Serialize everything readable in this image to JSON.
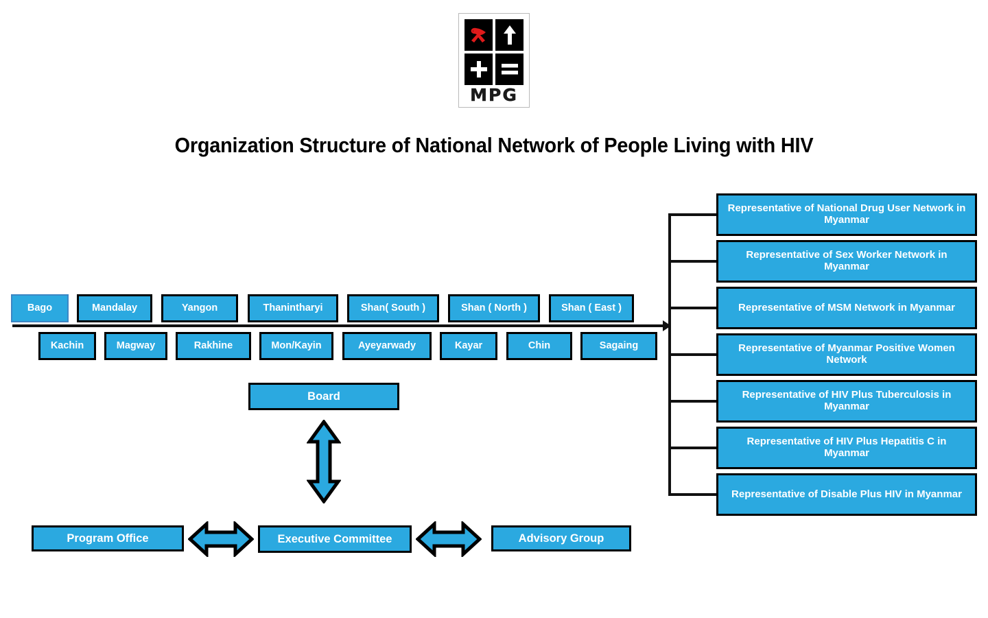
{
  "logo": {
    "name": "mpg-logo",
    "cells": [
      {
        "icon": "aids-ribbon-icon",
        "glyph": "ribbon"
      },
      {
        "icon": "up-arrow-icon",
        "glyph": "↑"
      },
      {
        "icon": "plus-icon",
        "glyph": "+"
      },
      {
        "icon": "equals-icon",
        "glyph": "="
      }
    ],
    "text": "MPG"
  },
  "title": "Organization Structure of National Network of People Living with HIV",
  "colors": {
    "box_fill": "#2BA9E0",
    "box_border": "#000000",
    "text_on_box": "#FFFFFF",
    "line": "#111111",
    "ribbon_red": "#E01B1B",
    "page_background": "#FFFFFF"
  },
  "regions": {
    "row1": [
      {
        "label": "Bago"
      },
      {
        "label": "Mandalay"
      },
      {
        "label": "Yangon"
      },
      {
        "label": "Thanintharyi"
      },
      {
        "label": "Shan( South )"
      },
      {
        "label": "Shan ( North )"
      },
      {
        "label": "Shan ( East )"
      }
    ],
    "row2": [
      {
        "label": "Kachin"
      },
      {
        "label": "Magway"
      },
      {
        "label": "Rakhine"
      },
      {
        "label": "Mon/Kayin"
      },
      {
        "label": "Ayeyarwady"
      },
      {
        "label": "Kayar"
      },
      {
        "label": "Chin"
      },
      {
        "label": "Sagaing"
      }
    ]
  },
  "representatives": [
    {
      "label": "Representative of National Drug User Network in Myanmar"
    },
    {
      "label": "Representative of Sex Worker Network in Myanmar"
    },
    {
      "label": "Representative of MSM Network in Myanmar"
    },
    {
      "label": "Representative of Myanmar Positive Women Network"
    },
    {
      "label": "Representative of HIV Plus Tuberculosis in Myanmar"
    },
    {
      "label": "Representative of HIV Plus Hepatitis C in Myanmar"
    },
    {
      "label": "Representative of Disable Plus HIV in Myanmar"
    }
  ],
  "structure": {
    "board": "Board",
    "program_office": "Program Office",
    "executive_committee": "Executive Committee",
    "advisory_group": "Advisory Group"
  }
}
